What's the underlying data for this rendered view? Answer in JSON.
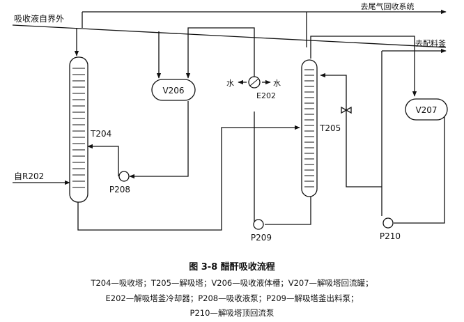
{
  "labels": {
    "absorbent_from_outside": "吸收液自界外",
    "to_tail_gas": "去尾气回收系统",
    "to_batching_tank": "去配料釜",
    "from_r202": "自R202",
    "water_left": "水",
    "water_right": "水"
  },
  "equipment": {
    "t204": "T204",
    "t205": "T205",
    "v206": "V206",
    "v207": "V207",
    "e202": "E202",
    "p208": "P208",
    "p209": "P209",
    "p210": "P210"
  },
  "caption": {
    "title": "图 3-8   醋酐吸收流程",
    "line1": "T204—吸收塔；T205—解吸塔；V206—吸收液体槽；V207—解吸塔回流罐；",
    "line2": "E202—解吸塔釜冷却器；P208—吸收液泵；P209—解吸塔釜出料泵；",
    "line3": "P210—解吸塔顶回流泵"
  }
}
